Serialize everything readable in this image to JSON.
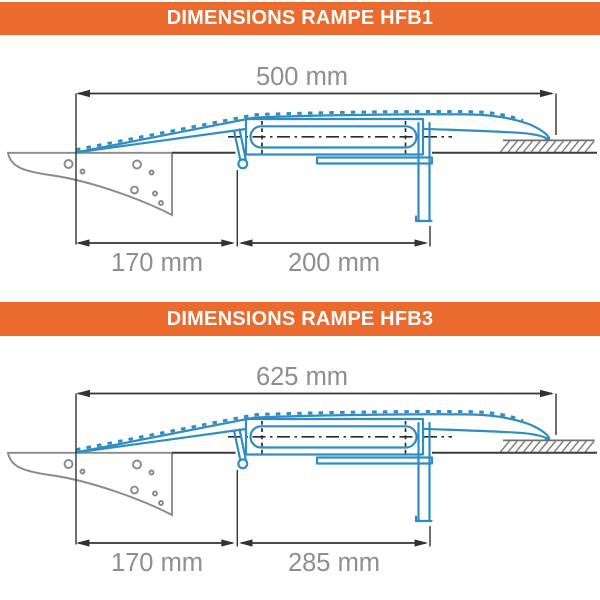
{
  "sections": [
    {
      "id": "hfb1",
      "title": "DIMENSIONS RAMPE HFB1",
      "dim_total": "500 mm",
      "dim_left": "170 mm",
      "dim_right": "200 mm"
    },
    {
      "id": "hfb3",
      "title": "DIMENSIONS RAMPE HFB3",
      "dim_total": "625 mm",
      "dim_left": "170 mm",
      "dim_right": "285 mm"
    }
  ],
  "units": "mm",
  "colors": {
    "header_bg": "#eb6a2e",
    "header_text": "#ffffff",
    "ramp_blue": "#2f8dc3",
    "dimension_dark": "#333333",
    "ground_dark": "#3c3c3c",
    "outline_gray": "#8a8a8a",
    "hatch_gray": "#7c7c7c",
    "label_gray": "#8e8e8e"
  }
}
